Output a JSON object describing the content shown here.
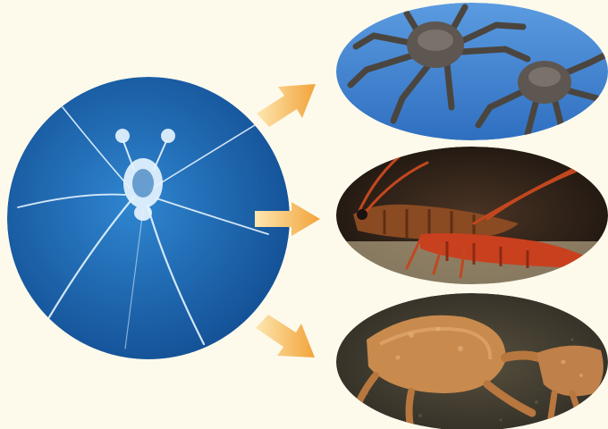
{
  "diagram": {
    "background": "#fdfaec",
    "source": {
      "subject": "phyllosoma-larva",
      "background_color": "#1d6bb3",
      "larva_color": "#e6f4ff"
    },
    "arrow_colors": {
      "start": "#fde7b0",
      "end": "#f2a33a"
    },
    "outcomes": [
      {
        "subject": "king-crab-pair",
        "background_color": "#3f86d4"
      },
      {
        "subject": "spiny-lobster-pair",
        "background_color": "#2a1d16"
      },
      {
        "subject": "hair-crab-pair",
        "background_color": "#3f3a2e"
      }
    ]
  }
}
